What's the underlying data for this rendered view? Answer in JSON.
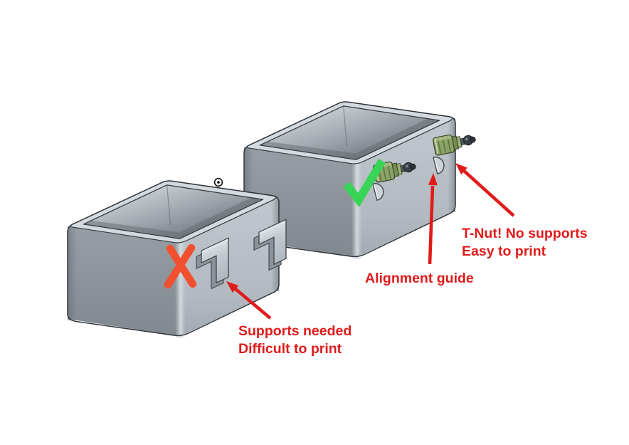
{
  "colors": {
    "canvas_bg": "#ffffff",
    "annotation_red": "#e01b1b",
    "check_green": "#37d455",
    "cross_orange": "#f1502f",
    "tnut_green": "#8ca368",
    "body_gray": "#b7bdc5"
  },
  "annotations": {
    "supports": {
      "line1": "Supports needed",
      "line2": "Difficult to print"
    },
    "alignment": {
      "label": "Alignment guide"
    },
    "tnut": {
      "line1": "T-Nut! No supports",
      "line2": "Easy to print"
    }
  }
}
